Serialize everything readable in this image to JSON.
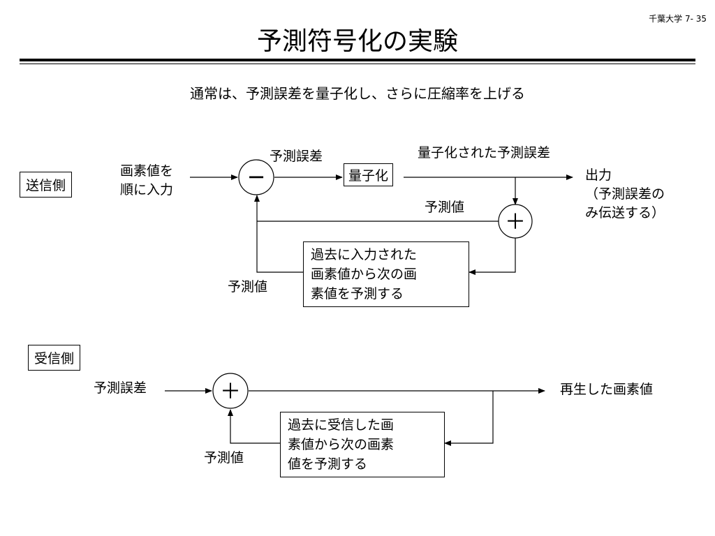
{
  "page_number": "千葉大学 7- 35",
  "title": "予測符号化の実験",
  "intro": "通常は、予測誤差を量子化し、さらに圧縮率を上げる",
  "sender": {
    "section_label": "送信側",
    "input_label_1": "画素値を",
    "input_label_2": "順に入力",
    "minus_symbol": "−",
    "plus_symbol": "＋",
    "error_label": "予測誤差",
    "quantizer_label": "量子化",
    "quantized_error_label": "量子化された予測誤差",
    "output_label_1": "出力",
    "output_label_2": "（予測誤差の",
    "output_label_3": "み伝送する）",
    "predicted_value_upper": "予測値",
    "predicted_value_lower": "予測値",
    "predictor_line_1": "過去に入力された",
    "predictor_line_2": "画素値から次の画",
    "predictor_line_3": "素値を予測する"
  },
  "receiver": {
    "section_label": "受信側",
    "error_label": "予測誤差",
    "plus_symbol": "＋",
    "output_label": "再生した画素値",
    "predicted_value": "予測値",
    "predictor_line_1": "過去に受信した画",
    "predictor_line_2": "素値から次の画素",
    "predictor_line_3": "値を予測する"
  }
}
